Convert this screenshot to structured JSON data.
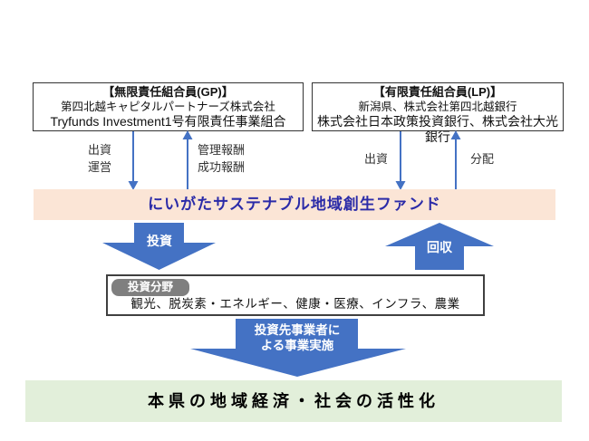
{
  "diagram": {
    "gp_box": {
      "title": "【無限責任組合員(GP)】",
      "line2": "第四北越キャピタルパートナーズ株式会社",
      "line3": "Tryfunds Investment1号有限責任事業組合"
    },
    "lp_box": {
      "title": "【有限責任組合員(LP)】",
      "line2": "新潟県、株式会社第四北越銀行",
      "line3": "株式会社日本政策投資銀行、株式会社大光銀行"
    },
    "flows": {
      "gp_down_line1": "出資",
      "gp_down_line2": "運営",
      "gp_up_line1": "管理報酬",
      "gp_up_line2": "成功報酬",
      "lp_down": "出資",
      "lp_up": "分配"
    },
    "fund_band": {
      "label": "にいがたサステナブル地域創生ファンド"
    },
    "invest_arrow_label": "投資",
    "recover_arrow_label": "回収",
    "field_box": {
      "badge": "投資分野",
      "content": "観光、脱炭素・エネルギー、健康・医療、インフラ、農業"
    },
    "implement_arrow": {
      "line1": "投資先事業者に",
      "line2": "よる事業実施"
    },
    "outcome_band": {
      "label": "本県の地域経済・社会の活性化"
    },
    "colors": {
      "arrow_blue": "#4472C4",
      "fund_band_bg": "#FBE5D6",
      "fund_band_text": "#2B2BA8",
      "outcome_band_bg": "#E2EFDA",
      "badge_bg": "#7F7F7F"
    }
  }
}
